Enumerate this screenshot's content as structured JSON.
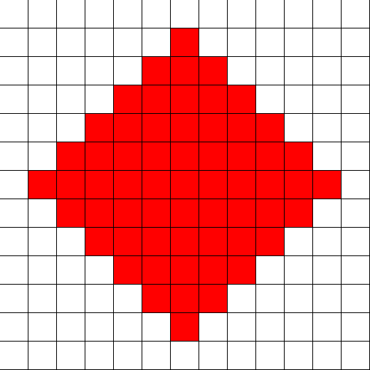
{
  "grid": {
    "rows": 13,
    "cols": 13,
    "filled_color": "#ff0000",
    "empty_color": "#ffffff",
    "line_color": "#000000",
    "cells": [
      "0000000000000",
      "0000001000000",
      "0000011100000",
      "0000111110000",
      "0001111111000",
      "0011111111100",
      "0111111111110",
      "0011111111100",
      "0001111111000",
      "0000111110000",
      "0000011100000",
      "0000001000000",
      "0000000000000"
    ]
  }
}
